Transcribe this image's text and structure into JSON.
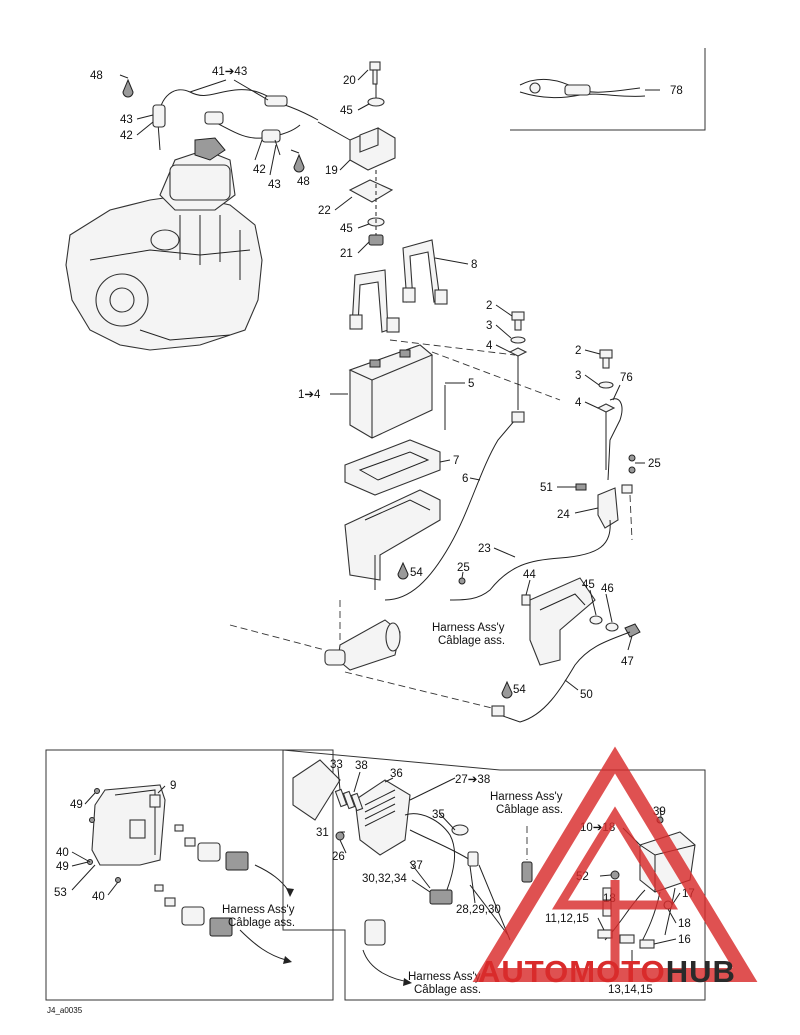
{
  "labels": {
    "l48a": "48",
    "l41_43": "41➔43",
    "l43a": "43",
    "l42a": "42",
    "l42b": "42",
    "l43b": "43",
    "l48b": "48",
    "l20": "20",
    "l45a": "45",
    "l19": "19",
    "l22": "22",
    "l45b": "45",
    "l21": "21",
    "l8": "8",
    "l78": "78",
    "l2a": "2",
    "l3a": "3",
    "l4a": "4",
    "l1_4": "1➔4",
    "l5": "5",
    "l2b": "2",
    "l3b": "3",
    "l76": "76",
    "l4b": "4",
    "l7": "7",
    "l6": "6",
    "l25a": "25",
    "l51": "51",
    "l24": "24",
    "l23": "23",
    "l54a": "54",
    "l25b": "25",
    "l44": "44",
    "l45c": "45",
    "l46": "46",
    "l47": "47",
    "l50": "50",
    "l54b": "54",
    "harness1_en": "Harness Ass'y",
    "harness1_fr": "Câblage ass.",
    "l9": "9",
    "l49a": "49",
    "l40a": "40",
    "l49b": "49",
    "l53": "53",
    "l40b": "40",
    "harness2_en": "Harness Ass'y",
    "harness2_fr": "Câblage ass.",
    "l33": "33",
    "l38": "38",
    "l36": "36",
    "l27_38": "27➔38",
    "l31": "31",
    "l35": "35",
    "l26": "26",
    "l37": "37",
    "l30_34": "30,32,34",
    "l28_30": "28,29,30",
    "harness3_en": "Harness Ass'y",
    "harness3_fr": "Câblage ass.",
    "harness4_en": "Harness Ass'y",
    "harness4_fr": "Câblage ass.",
    "l39": "39",
    "l10_18": "10➔18",
    "l52": "52",
    "l18a": "18",
    "l17": "17",
    "l18b": "18",
    "l11_15": "11,12,15",
    "l16": "16",
    "l13_15": "13,14,15",
    "ref": "J4_a0035"
  },
  "watermark": {
    "brand_a": "AUTO",
    "brand_b": "MOTO",
    "brand_c": "HUB",
    "color": "#d92b2b"
  }
}
